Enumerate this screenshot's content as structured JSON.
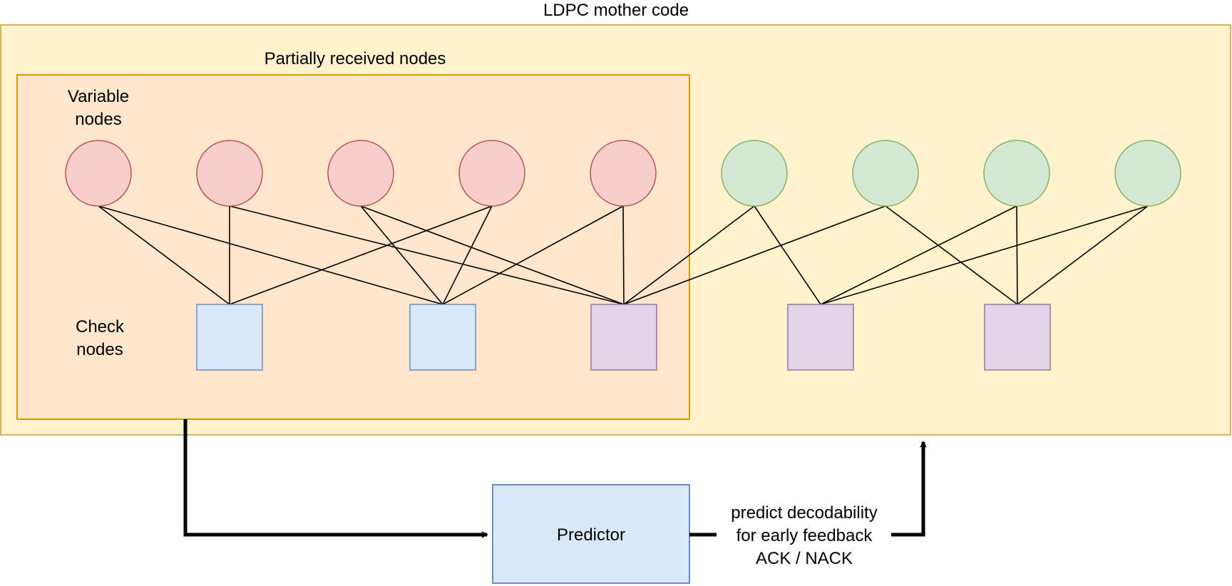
{
  "title": "LDPC mother code",
  "partial_group_label": "Partially received nodes",
  "variable_nodes_label": [
    "Variable",
    "nodes"
  ],
  "check_nodes_label": [
    "Check",
    "nodes"
  ],
  "predictor_label": "Predictor",
  "feedback_label": [
    "predict decodability",
    "for early feedback",
    "ACK / NACK"
  ],
  "colors": {
    "outer_fill": "#fff2cc",
    "outer_stroke": "#d6b656",
    "inner_fill": "#ffe6cc",
    "inner_stroke": "#d79b00",
    "received_var_fill": "#f8cecc",
    "received_var_stroke": "#b85450",
    "unreceived_var_fill": "#d5e8d4",
    "unreceived_var_stroke": "#82b366",
    "check_blue_fill": "#dae8fc",
    "check_blue_stroke": "#6c8ebf",
    "check_purple_fill": "#e1d5e7",
    "check_purple_stroke": "#9673a6",
    "predictor_fill": "#dae8fc",
    "predictor_stroke": "#6c8ebf"
  },
  "variable_nodes": [
    {
      "id": "v1",
      "state": "received"
    },
    {
      "id": "v2",
      "state": "received"
    },
    {
      "id": "v3",
      "state": "received"
    },
    {
      "id": "v4",
      "state": "received"
    },
    {
      "id": "v5",
      "state": "received"
    },
    {
      "id": "v6",
      "state": "unreceived"
    },
    {
      "id": "v7",
      "state": "unreceived"
    },
    {
      "id": "v8",
      "state": "unreceived"
    },
    {
      "id": "v9",
      "state": "unreceived"
    }
  ],
  "check_nodes": [
    {
      "id": "c1",
      "kind": "blue"
    },
    {
      "id": "c2",
      "kind": "blue"
    },
    {
      "id": "c3",
      "kind": "purple"
    },
    {
      "id": "c4",
      "kind": "purple"
    },
    {
      "id": "c5",
      "kind": "purple"
    }
  ],
  "edges": [
    [
      "v1",
      "c1"
    ],
    [
      "v1",
      "c2"
    ],
    [
      "v2",
      "c1"
    ],
    [
      "v2",
      "c3"
    ],
    [
      "v3",
      "c2"
    ],
    [
      "v3",
      "c3"
    ],
    [
      "v4",
      "c1"
    ],
    [
      "v4",
      "c2"
    ],
    [
      "v5",
      "c2"
    ],
    [
      "v5",
      "c3"
    ],
    [
      "v6",
      "c3"
    ],
    [
      "v6",
      "c4"
    ],
    [
      "v7",
      "c3"
    ],
    [
      "v7",
      "c5"
    ],
    [
      "v8",
      "c4"
    ],
    [
      "v8",
      "c5"
    ],
    [
      "v9",
      "c4"
    ],
    [
      "v9",
      "c5"
    ]
  ]
}
